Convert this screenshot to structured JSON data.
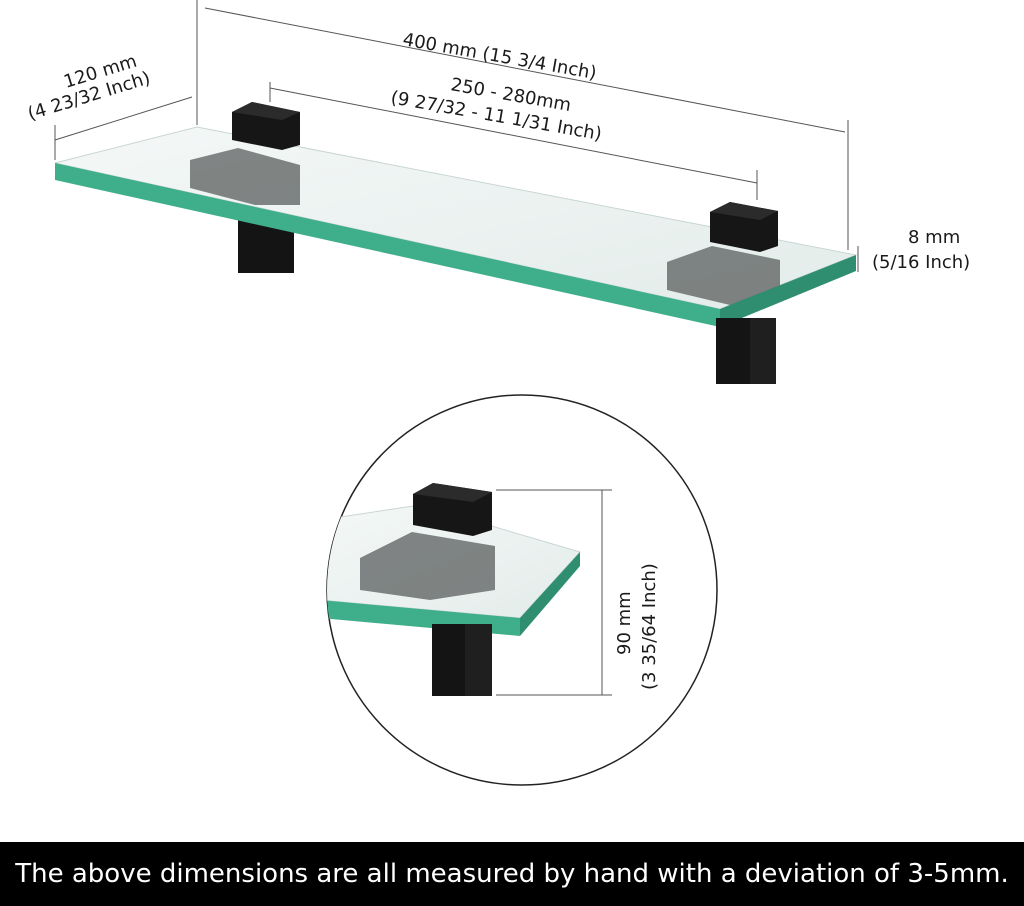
{
  "dimensions": {
    "length_mm": "400 mm (15 3/4 Inch)",
    "depth_mm": "120 mm",
    "depth_inch": "(4 23/32 Inch)",
    "bracket_spacing_mm": "250 - 280mm",
    "bracket_spacing_inch": "(9 27/32 - 11 1/31 Inch)",
    "thickness_mm": "8 mm",
    "thickness_inch": "(5/16 Inch)",
    "bracket_height_mm": "90 mm",
    "bracket_height_inch": "(3 35/64 Inch)"
  },
  "footer": {
    "note": "The above dimensions are all measured by hand with a deviation of 3-5mm."
  },
  "colors": {
    "glass_edge": "#3fae8a",
    "glass_top": "#eef3f2",
    "bracket": "#141414",
    "footer_bg": "#000000"
  }
}
